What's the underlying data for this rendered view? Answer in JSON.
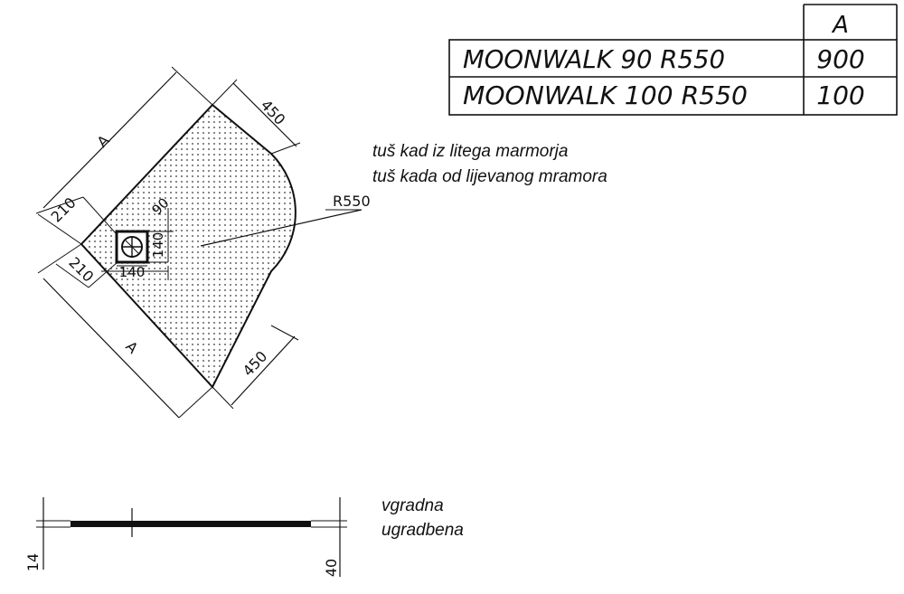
{
  "spec_table": {
    "header_column": "A",
    "rows": [
      {
        "model": "MOONWALK  90  R550",
        "a_value": "900"
      },
      {
        "model": "MOONWALK  100  R550",
        "a_value": "100"
      }
    ]
  },
  "notes": {
    "material_line_1": "tuš kad iz litega marmorja",
    "material_line_2": "tuš kada od lijevanog mramora",
    "install_line_1": "vgradna",
    "install_line_2": "ugradbena"
  },
  "dimensions": {
    "side_top": "A",
    "side_bottom": "A",
    "straight_top": "450",
    "straight_bottom": "450",
    "radius": "R550",
    "drain_offset_top": "210",
    "drain_offset_left": "210",
    "drain_size_horizontal": "140",
    "drain_size_vertical": "140",
    "drain_offset_90": "90",
    "height_left": "14",
    "height_right": "40"
  }
}
